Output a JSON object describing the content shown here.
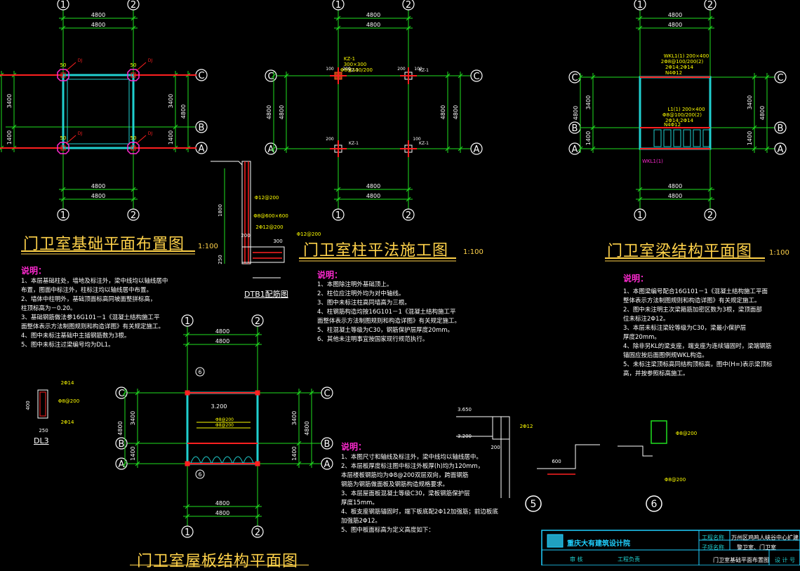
{
  "titles": {
    "foundation": "门卫室基础平面布置图",
    "column": "门卫室柱平法施工图",
    "beam": "门卫室梁结构平面图",
    "roof": "门卫室屋板结构平面图"
  },
  "scale": "1:100",
  "shuoming": "说明：",
  "notes": {
    "foundation": [
      "1、本层基础柱处，墙地及标注外，梁中线均以轴线居中",
      "   布置，图面中标注外，柱标注均以轴线居中布置。",
      "2、墙体中柱明外，基础顶面标高同坡面整拼标高，",
      "   柱顶标高为－0.20。",
      "3、基础钢筋做法参16G101－1《混凝土结构施工平",
      "   面整体表示方法制图规则和构造详图》有关规定施工。",
      "4、图中未标注基础中主插钢筋数为3根。",
      "5、图中未标注过梁编号均为DL1。"
    ],
    "column": [
      "1、本图除注明外基础顶上。",
      "2、柱位应注明外均为对中轴线。",
      "3、图中未标注柱高同墙高为三根。",
      "4、柱钢筋构造均按16G101－1《混凝土结构施工平",
      "   面整体表示方法制图规则和构造详图》有关规定施工。",
      "5、柱混凝土等级为C30，钢筋保护层厚度20mm。",
      "6、其他未注明事宜按国家现行规范执行。"
    ],
    "beam": [
      "1、本图梁编号配合16G101－1《混凝土结构施工平面",
      "   整体表示方法制图规则和构造详图》有关规定施工。",
      "2、图中未注明主次梁箍筋加密区数为3根，梁顶面部",
      "   位未标注2Φ12。",
      "3、本层未标注梁砼等级为C30，梁最小保护层",
      "   厚度20mm。",
      "4、除非另KL的梁支座，端支座为连续锚固时，梁端钢筋",
      "   锚固应按后面图例规WKL构造。",
      "5、未标注梁顶标高同结构顶标高，图中(H=)表示梁顶标",
      "   高，并按参照标高施工。"
    ],
    "roof": [
      "1、本图尺寸和轴线及标注外，梁中线均以轴线居中。",
      "2、本层板厚度标注图中标注外板厚(h)均为120mm，",
      "   本层楼板钢筋均为Φ8@200双层双向，跨面钢筋",
      "   钢筋为钢筋做面板及钢筋构造规格要求。",
      "3、本层屋面板混凝土等级C30，梁板钢筋保护层",
      "   厚度15mm。",
      "4、板支座钢筋锚固时，端下板底配2Φ12加强筋；前边板底",
      "   加强筋2Φ12。",
      "5、图中板面标高为定义高度如下："
    ]
  },
  "plans": {
    "foundation": {
      "dims_x": [
        "4800",
        "4800",
        "4800",
        "4800"
      ],
      "dims_y": [
        "4800",
        "3400",
        "1400"
      ],
      "axes_x": [
        "1",
        "2"
      ],
      "axes_y": [
        "C",
        "B",
        "A"
      ],
      "col_dims": [
        "50",
        "50",
        "50",
        "50"
      ],
      "tag": "DJ"
    },
    "column": {
      "dims_x": [
        "4800",
        "4800",
        "4800"
      ],
      "dims_y": [
        "4800",
        "4800"
      ],
      "axes_x": [
        "1",
        "2"
      ],
      "axes_y": [
        "C",
        "A"
      ],
      "kz_labels": [
        "KZ-1",
        "KZ-1",
        "KZ-1",
        "KZ-1"
      ],
      "kz_note": "KZ-1\n300×300\nΦ8@100/200",
      "col_dims": [
        "100",
        "200",
        "200",
        "100",
        "200",
        "100"
      ]
    },
    "beam": {
      "dims_x": [
        "4800",
        "4800",
        "4800",
        "4800"
      ],
      "dims_y": [
        "4800",
        "3400",
        "1400"
      ],
      "axes_x": [
        "1",
        "2"
      ],
      "axes_y": [
        "C",
        "B",
        "A"
      ],
      "beam_tags": [
        "WKL1(1) 200×400",
        "2Φ8@100/200(2)",
        "2Φ14;2Φ14",
        "N4Φ12",
        "L1(1) 200×400",
        "Φ8@100/200(2)",
        "2Φ14;2Φ14",
        "N4Φ12",
        "WKL1(1)"
      ]
    },
    "roof": {
      "dims_x": [
        "4800",
        "4800",
        "4800",
        "4800"
      ],
      "dims_y": [
        "4800",
        "3400",
        "1400"
      ],
      "axes_x": [
        "1",
        "2"
      ],
      "axes_y": [
        "C",
        "B",
        "A"
      ],
      "level": "3.200",
      "rebar": [
        "Φ8@200",
        "Φ8@200"
      ],
      "section_marks": [
        "6",
        "6"
      ]
    }
  },
  "details": {
    "dtb1": "DTB1配筋图",
    "dtb1_labels": [
      "Φ12@200",
      "Φ8@600×600",
      "2Φ12@200",
      "Φ12@200",
      "1800",
      "250",
      "200",
      "300"
    ],
    "dl3": "DL3",
    "dl3_labels": [
      "2Φ14",
      "Φ8@200",
      "2Φ14",
      "250",
      "400"
    ],
    "sec5": "5",
    "sec6": "6",
    "sec_labels": [
      "3.650",
      "3.200",
      "200",
      "600",
      "2Φ12",
      "Φ8@200"
    ]
  },
  "titleblock": {
    "company": "重庆大有建筑设计院",
    "project_label": "工程名称",
    "project": "万州区鸡鸣人峡谷中心扩建",
    "sub_label": "子项名称",
    "sub": "警卫室、门卫室",
    "drawing": "门卫室基础平面布置图",
    "stamp_1": "审 核",
    "stamp_2": "工程负责",
    "stamp_3": "设 计 号"
  },
  "colors": {
    "background": "#000000",
    "dim": "#20e020",
    "axis": "#ffffff",
    "wall": "#20d0d0",
    "beam": "#ff2020",
    "title": "#ffd24a",
    "note": "#ffffff",
    "magenta": "#ff2ad0",
    "yellow": "#ffff00"
  }
}
